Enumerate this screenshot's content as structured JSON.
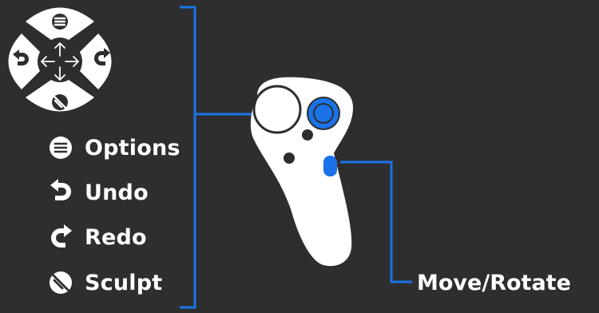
{
  "legend": {
    "items": [
      {
        "icon": "options-icon",
        "label": "Options"
      },
      {
        "icon": "undo-icon",
        "label": "Undo"
      },
      {
        "icon": "redo-icon",
        "label": "Redo"
      },
      {
        "icon": "sculpt-icon",
        "label": "Sculpt"
      }
    ]
  },
  "callout": {
    "thumbstick_label": "Move/Rotate"
  },
  "colors": {
    "background": "#2e2e2e",
    "accent": "#1a73e8",
    "foreground": "#ffffff"
  }
}
